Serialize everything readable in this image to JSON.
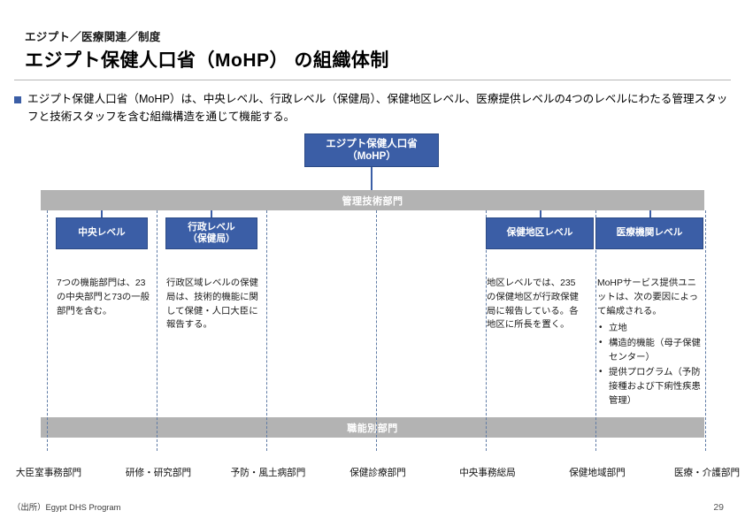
{
  "header": {
    "kicker": "エジプト／医療関連／制度",
    "title": "エジプト保健人口省（MoHP） の組織体制"
  },
  "lead": {
    "text": "エジプト保健人口省（MoHP）は、中央レベル、行政レベル（保健局）、保健地区レベル、医療提供レベルの4つのレベルにわたる管理スタッフと技術スタッフを含む組織構造を通じて機能する。"
  },
  "chart_data": {
    "type": "diagram",
    "root": {
      "line1": "エジプト保健人口省",
      "line2": "（MoHP）"
    },
    "bands": {
      "top": "管理技術部門",
      "bottom": "職能別部門"
    },
    "levels": [
      {
        "column": 0,
        "line1": "中央レベル",
        "line2": "",
        "desc": "7つの機能部門は、23の中央部門と73の一般部門を含む。",
        "bullets": []
      },
      {
        "column": 1,
        "line1": "行政レベル",
        "line2": "（保健局）",
        "desc": "行政区域レベルの保健局は、技術的機能に関して保健・人口大臣に報告する。",
        "bullets": []
      },
      {
        "column": 4,
        "line1": "保健地区レベル",
        "line2": "",
        "desc": "地区レベルでは、235の保健地区が行政保健局に報告している。各地区に所長を置く。",
        "bullets": []
      },
      {
        "column": 5,
        "line1": "医療機関レベル",
        "line2": "",
        "desc": "MoHPサービス提供ユニットは、次の要因によって編成される。",
        "bullets": [
          "立地",
          "構造的機能（母子保健センター）",
          "提供プログラム（予防接種および下痢性疾患管理）"
        ]
      }
    ],
    "functional_departments": [
      "大臣室事務部門",
      "研修・研究部門",
      "予防・風土病部門",
      "保健診療部門",
      "中央事務総局",
      "保健地域部門",
      "医療・介護部門"
    ],
    "colors": {
      "box_fill": "#3b5ea6",
      "box_border": "#2c4a85",
      "band_fill": "#b3b3b3",
      "dashed_line": "#5f7ba5",
      "accent": "#3b5ea6"
    }
  },
  "footer": {
    "source": "（出所）Egypt DHS Program",
    "page_number": "29"
  }
}
